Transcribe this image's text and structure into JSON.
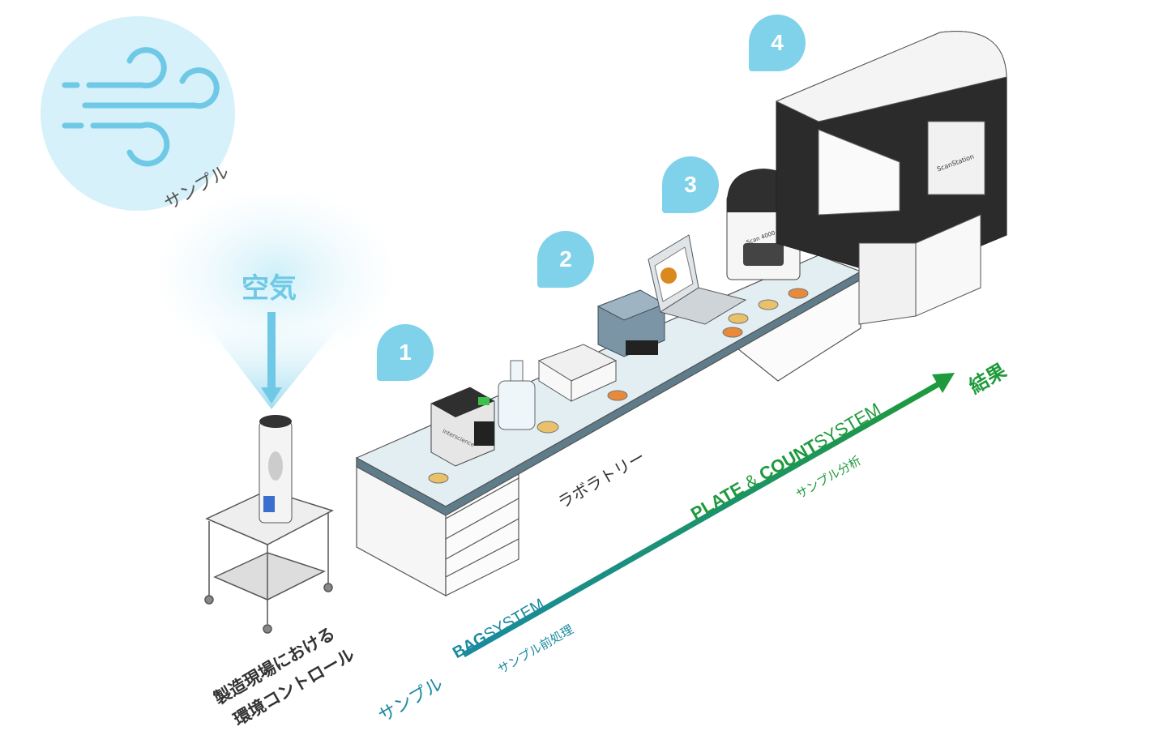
{
  "colors": {
    "sky": "#7fd2ea",
    "teal": "#1a8aa0",
    "green": "#1e9a3c",
    "machine_dark": "#2b2b2b"
  },
  "sample_bubble": {
    "label": "サンプル",
    "icon": "wind-icon"
  },
  "air_label": "空気",
  "badges": [
    "1",
    "2",
    "3",
    "4"
  ],
  "lab_label": "ラボラトリー",
  "factory_label": {
    "line1": "製造現場における",
    "line2": "環境コントロール"
  },
  "flow": {
    "start": "サンプル",
    "bag": {
      "bold": "BAG",
      "light": "SYSTEM",
      "sub": "サンプル前処理"
    },
    "plate": {
      "bold1": "PLATE",
      "amp": " & ",
      "bold2": "COUNT",
      "light": "SYSTEM",
      "sub": "サンプル分析"
    },
    "end": "結果"
  },
  "device_texts": {
    "brand": "interscience",
    "scan_model": "Scan 4000",
    "robot_model": "ScanStation"
  }
}
